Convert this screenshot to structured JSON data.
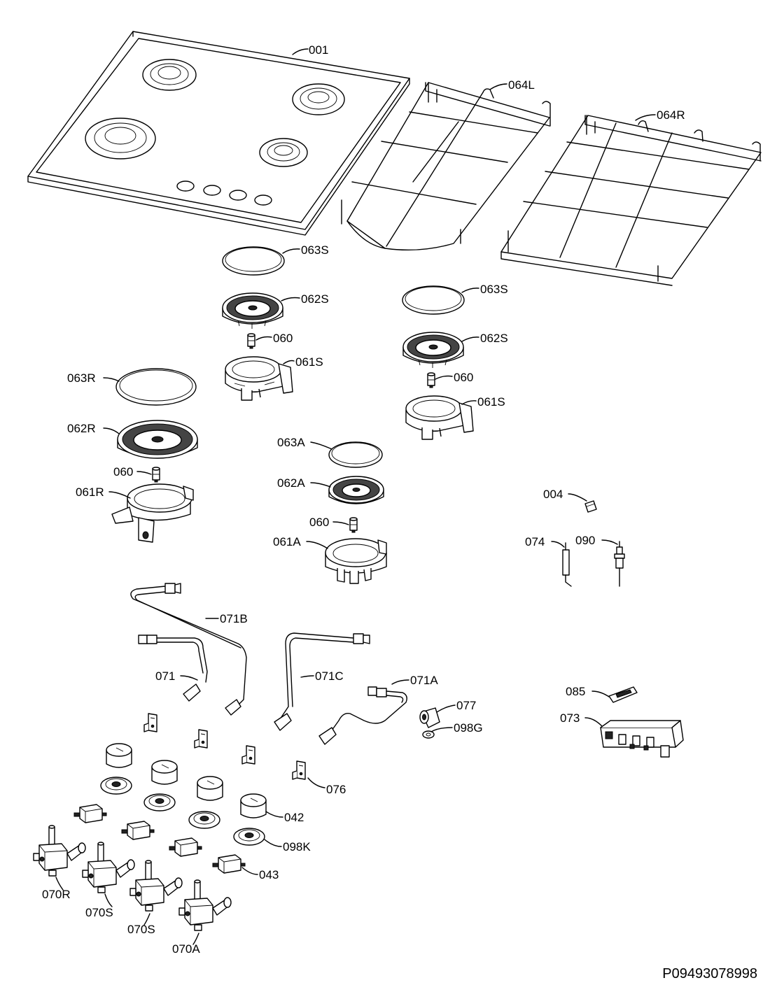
{
  "diagram": {
    "document_code": "P09493078998",
    "labels": {
      "l001": "001",
      "l064L": "064L",
      "l064R": "064R",
      "l063S_a": "063S",
      "l062S_a": "062S",
      "l060_a": "060",
      "l061S_a": "061S",
      "l063S_b": "063S",
      "l062S_b": "062S",
      "l060_b": "060",
      "l061S_b": "061S",
      "l063R": "063R",
      "l062R": "062R",
      "l060_c": "060",
      "l061R": "061R",
      "l063A": "063A",
      "l062A": "062A",
      "l060_d": "060",
      "l061A": "061A",
      "l004": "004",
      "l074": "074",
      "l090": "090",
      "l071B": "071B",
      "l071": "071",
      "l071C": "071C",
      "l071A": "071A",
      "l077": "077",
      "l098G": "098G",
      "l085": "085",
      "l073": "073",
      "l076": "076",
      "l042": "042",
      "l098K": "098K",
      "l043": "043",
      "l070R": "070R",
      "l070S_a": "070S",
      "l070S_b": "070S",
      "l070A": "070A"
    }
  }
}
